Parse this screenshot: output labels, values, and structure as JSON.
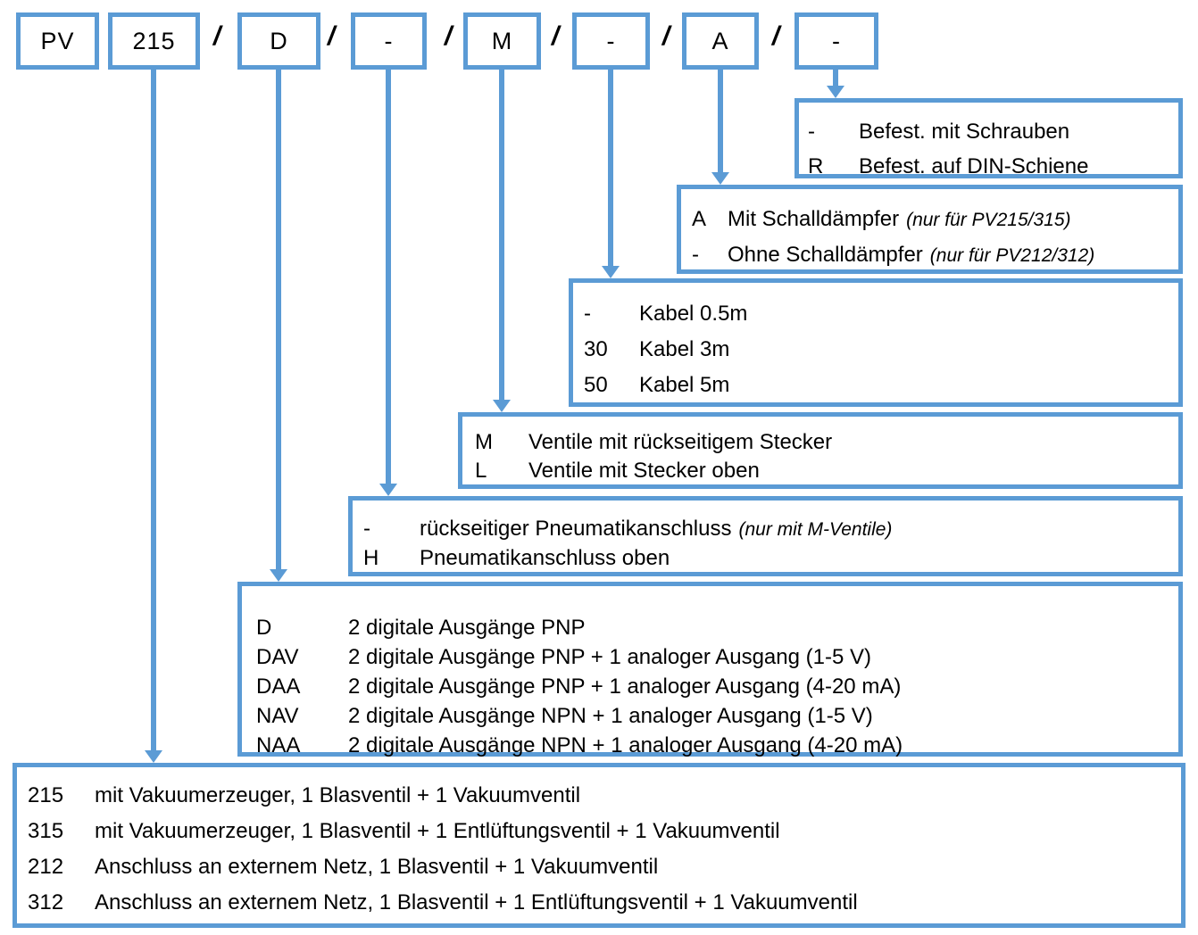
{
  "colors": {
    "accent": "#5B9BD5",
    "text": "#000000",
    "background": "#FFFFFF"
  },
  "code_row": {
    "separator": "/",
    "segments": [
      {
        "code": "PV"
      },
      {
        "code": "215"
      },
      {
        "code": "D"
      },
      {
        "code": "-"
      },
      {
        "code": "M"
      },
      {
        "code": "-"
      },
      {
        "code": "A"
      },
      {
        "code": "-"
      }
    ]
  },
  "boxes": {
    "mounting": {
      "rows": [
        {
          "code": "-",
          "text": "Befest. mit Schrauben"
        },
        {
          "code": "R",
          "text": "Befest. auf DIN-Schiene"
        }
      ]
    },
    "silencer": {
      "rows": [
        {
          "code": "A",
          "text": "Mit Schalldämpfer",
          "note": "(nur für PV215/315)"
        },
        {
          "code": "-",
          "text": "Ohne Schalldämpfer",
          "note": "(nur für PV212/312)"
        }
      ]
    },
    "cable": {
      "rows": [
        {
          "code": "-",
          "text": "Kabel 0.5m"
        },
        {
          "code": "30",
          "text": "Kabel 3m"
        },
        {
          "code": "50",
          "text": "Kabel 5m"
        }
      ]
    },
    "connector": {
      "rows": [
        {
          "code": "M",
          "text": "Ventile mit rückseitigem Stecker"
        },
        {
          "code": "L",
          "text": "Ventile mit Stecker oben"
        }
      ]
    },
    "pneumatic": {
      "rows": [
        {
          "code": "-",
          "text": "rückseitiger Pneumatikanschluss",
          "note": "(nur mit M-Ventile)"
        },
        {
          "code": "H",
          "text": "Pneumatikanschluss oben"
        }
      ]
    },
    "outputs": {
      "rows": [
        {
          "code": "D",
          "text": "2 digitale Ausgänge PNP"
        },
        {
          "code": "DAV",
          "text": "2 digitale Ausgänge PNP + 1 analoger Ausgang (1-5 V)"
        },
        {
          "code": "DAA",
          "text": "2 digitale Ausgänge PNP + 1 analoger Ausgang (4-20 mA)"
        },
        {
          "code": "NAV",
          "text": "2 digitale Ausgänge NPN + 1 analoger Ausgang (1-5 V)"
        },
        {
          "code": "NAA",
          "text": "2 digitale Ausgänge NPN + 1 analoger Ausgang (4-20 mA)"
        }
      ]
    },
    "variant": {
      "rows": [
        {
          "code": "215",
          "text": "mit Vakuumerzeuger, 1 Blasventil + 1 Vakuumventil"
        },
        {
          "code": "315",
          "text": "mit Vakuumerzeuger, 1 Blasventil + 1 Entlüftungsventil + 1 Vakuumventil"
        },
        {
          "code": "212",
          "text": "Anschluss an externem Netz, 1 Blasventil + 1 Vakuumventil"
        },
        {
          "code": "312",
          "text": "Anschluss an externem Netz, 1 Blasventil + 1 Entlüftungsventil + 1 Vakuumventil"
        }
      ]
    }
  }
}
